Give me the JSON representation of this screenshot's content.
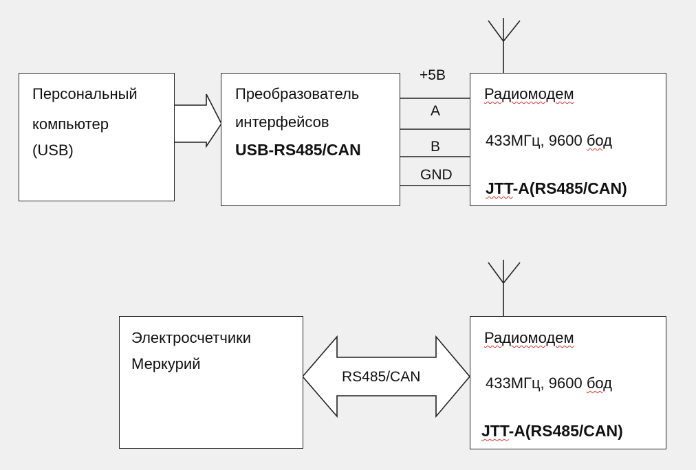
{
  "top_row": {
    "pc": {
      "line1": "Персональный",
      "line2": "компьютер",
      "line3": "(USB)"
    },
    "converter": {
      "line1": "Преобразователь",
      "line2": "интерфейсов",
      "model": "USB-RS485/CAN"
    },
    "signals": [
      "+5В",
      "A",
      "B",
      "GND"
    ],
    "modem": {
      "title": "Радиомодем",
      "spec_main": "433МГц, 9600 ",
      "spec_unit": "бод",
      "model_prefix": "JTT",
      "model_suffix": "-A(RS485/CAN)"
    }
  },
  "bottom_row": {
    "meters": {
      "line1": "Электросчетчики",
      "line2": "Меркурий"
    },
    "link_label": "RS485/CAN",
    "modem": {
      "title": "Радиомодем",
      "spec_main": "433МГц, 9600 ",
      "spec_unit": "бод",
      "model_prefix": "JTT",
      "model_suffix": "-A(RS485/CAN)"
    }
  },
  "colors": {
    "line": "#222222",
    "box_fill": "#ffffff",
    "background": "#f0f0f0",
    "spellcheck_underline": "#dd3333"
  }
}
